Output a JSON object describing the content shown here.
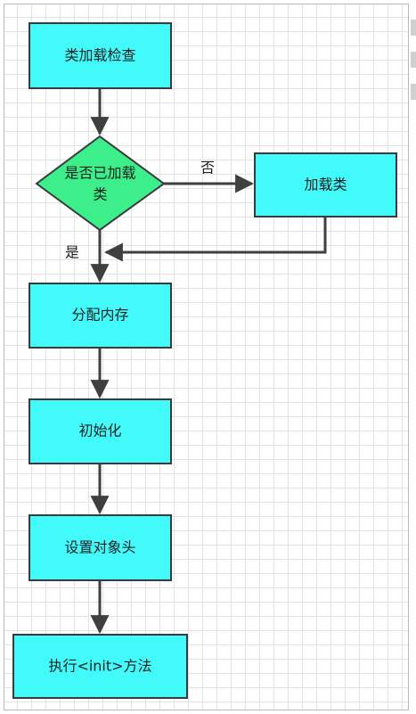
{
  "nodes": {
    "class_check": "类加载检查",
    "is_loaded_line1": "是否已加载",
    "is_loaded_line2": "类",
    "load_class": "加载类",
    "alloc_memory": "分配内存",
    "initialize": "初始化",
    "set_header": "设置对象头",
    "exec_init": "执行<init>方法"
  },
  "labels": {
    "no": "否",
    "yes": "是"
  },
  "colors": {
    "process_fill": "#43fafa",
    "decision_fill": "#3cef8a",
    "stroke": "#3a3a3a",
    "arrow": "#3f3f3f",
    "grid": "#e3e3e3"
  }
}
